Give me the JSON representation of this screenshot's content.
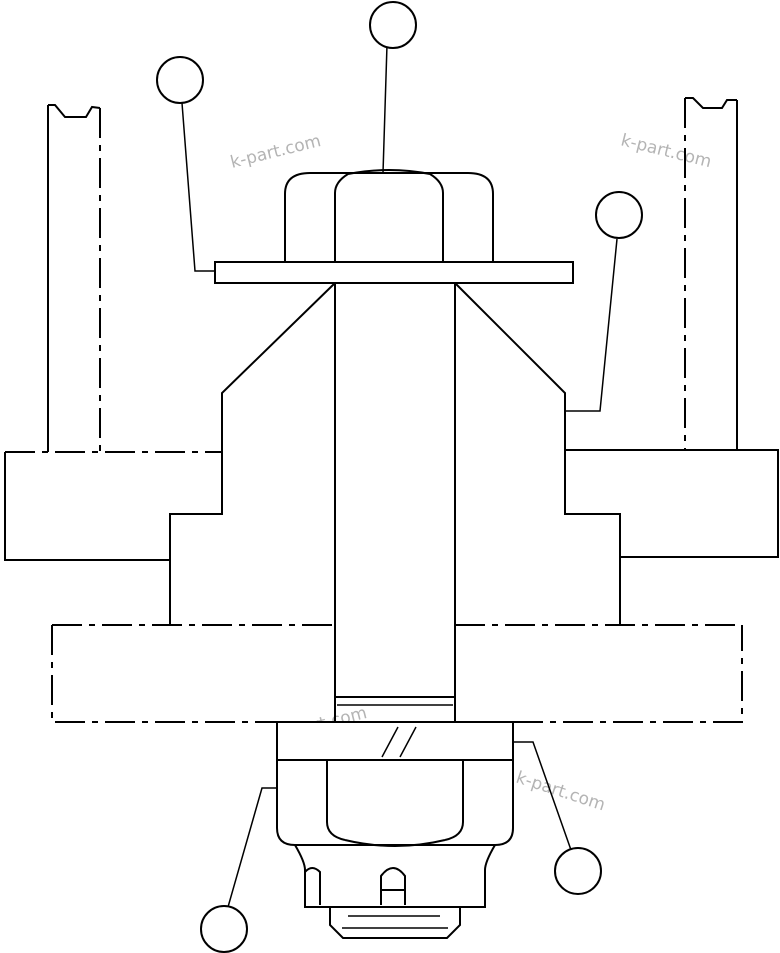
{
  "watermark": {
    "text": "k-part.com",
    "color": "#b4b4b4"
  },
  "callouts": [
    {
      "id": "callout-top",
      "label": ""
    },
    {
      "id": "callout-upper-left",
      "label": ""
    },
    {
      "id": "callout-upper-right",
      "label": ""
    },
    {
      "id": "callout-lower-left",
      "label": ""
    },
    {
      "id": "callout-lower-right",
      "label": ""
    }
  ],
  "colors": {
    "line": "#000000",
    "background": "#ffffff"
  }
}
